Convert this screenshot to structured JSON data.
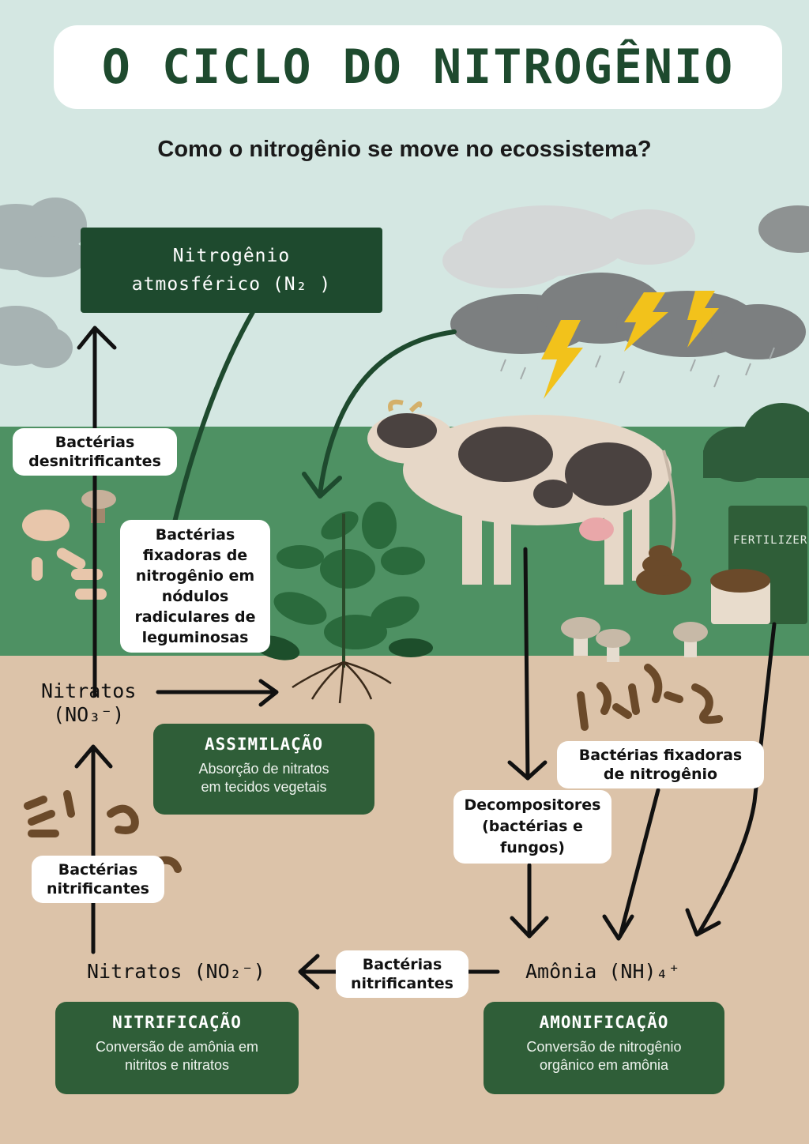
{
  "title": "O CICLO DO NITROGÊNIO",
  "subtitle": "Como o nitrogênio se move no ecossistema?",
  "atmospheric": {
    "line1": "Nitrogênio",
    "line2": "atmosférico (N₂ )"
  },
  "labels": {
    "denitrifying": {
      "line1": "Bactérias",
      "line2": "desnitrificantes"
    },
    "fixing_nodules": {
      "line1": "Bactérias",
      "line2": "fixadoras de",
      "line3": "nitrogênio em",
      "line4": "nódulos",
      "line5": "radiculares de",
      "line6": "leguminosas"
    },
    "nitrifying_left": {
      "line1": "Bactérias",
      "line2": "nitrificantes"
    },
    "nitrifying_bottom": {
      "line1": "Bactérias",
      "line2": "nitrificantes"
    },
    "fixing_soil": {
      "line1": "Bactérias fixadoras",
      "line2": "de nitrogênio"
    },
    "decomposers": {
      "line1": "Decompositores",
      "line2": "(bactérias e",
      "line3": "fungos)"
    }
  },
  "nodes": {
    "nitrates_top": {
      "line1": "Nitratos",
      "line2": "(NO₃⁻)"
    },
    "nitrites_bottom": "Nitratos (NO₂⁻)",
    "ammonia": "Amônia (NH)₄⁺"
  },
  "processes": {
    "assimilation": {
      "title": "ASSIMILAÇÃO",
      "line1": "Absorção de nitratos",
      "line2": "em tecidos vegetais"
    },
    "nitrification": {
      "title": "NITRIFICAÇÃO",
      "line1": "Conversão de amônia em",
      "line2": "nitritos e nitratos"
    },
    "ammonification": {
      "title": "AMONIFICAÇÃO",
      "line1": "Conversão de nitrogênio",
      "line2": "orgânico em amônia"
    }
  },
  "fertilizer_label": "FERTILIZER",
  "colors": {
    "dark_green": "#1e4a2e",
    "box_green": "#2f5e38",
    "sky": "#d4e7e2",
    "field": "#4e9163",
    "soil": "#dcc3a9",
    "lightning": "#f2c21b"
  }
}
